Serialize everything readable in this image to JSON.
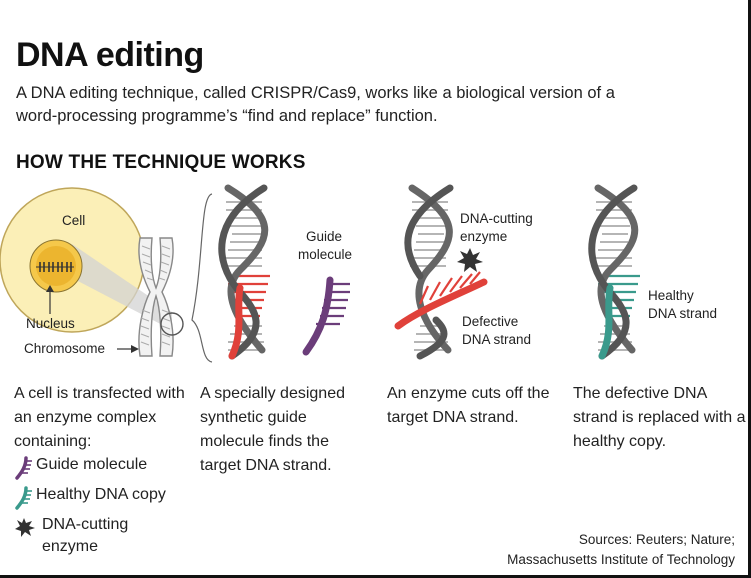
{
  "header": {
    "title": "DNA editing",
    "subtitle": "A DNA editing technique, called CRISPR/Cas9, works like a biological version of a word-processing programme’s “find and replace” function.",
    "section": "HOW THE TECHNIQUE WORKS"
  },
  "panels": {
    "cell_label": "Cell",
    "nucleus_label": "Nucleus",
    "chromosome_label": "Chromosome",
    "guide_label_1": "Guide",
    "guide_label_2": "molecule",
    "enzyme_label_1": "DNA-cutting",
    "enzyme_label_2": "enzyme",
    "defective_label_1": "Defective",
    "defective_label_2": "DNA strand",
    "healthy_label_1": "Healthy",
    "healthy_label_2": "DNA strand"
  },
  "captions": {
    "step1": "A cell is transfected with an enzyme complex containing:",
    "step2": "A specially designed synthetic guide molecule finds the target DNA strand.",
    "step3": "An enzyme cuts off the target DNA strand.",
    "step4": "The defective DNA strand is replaced with a healthy copy."
  },
  "legend": {
    "guide": "Guide molecule",
    "healthy": "Healthy DNA copy",
    "enzyme_1": "DNA-cutting",
    "enzyme_2": "enzyme"
  },
  "sources": {
    "line1": "Sources: Reuters; Nature;",
    "line2": "Massachusetts Institute of Technology"
  },
  "colors": {
    "guide": "#6b3d7a",
    "healthy": "#3a9a8c",
    "defective": "#e0413a",
    "cell_fill": "#fbefb7",
    "nucleus_fill": "#f5c84a",
    "helix": "#555555"
  }
}
